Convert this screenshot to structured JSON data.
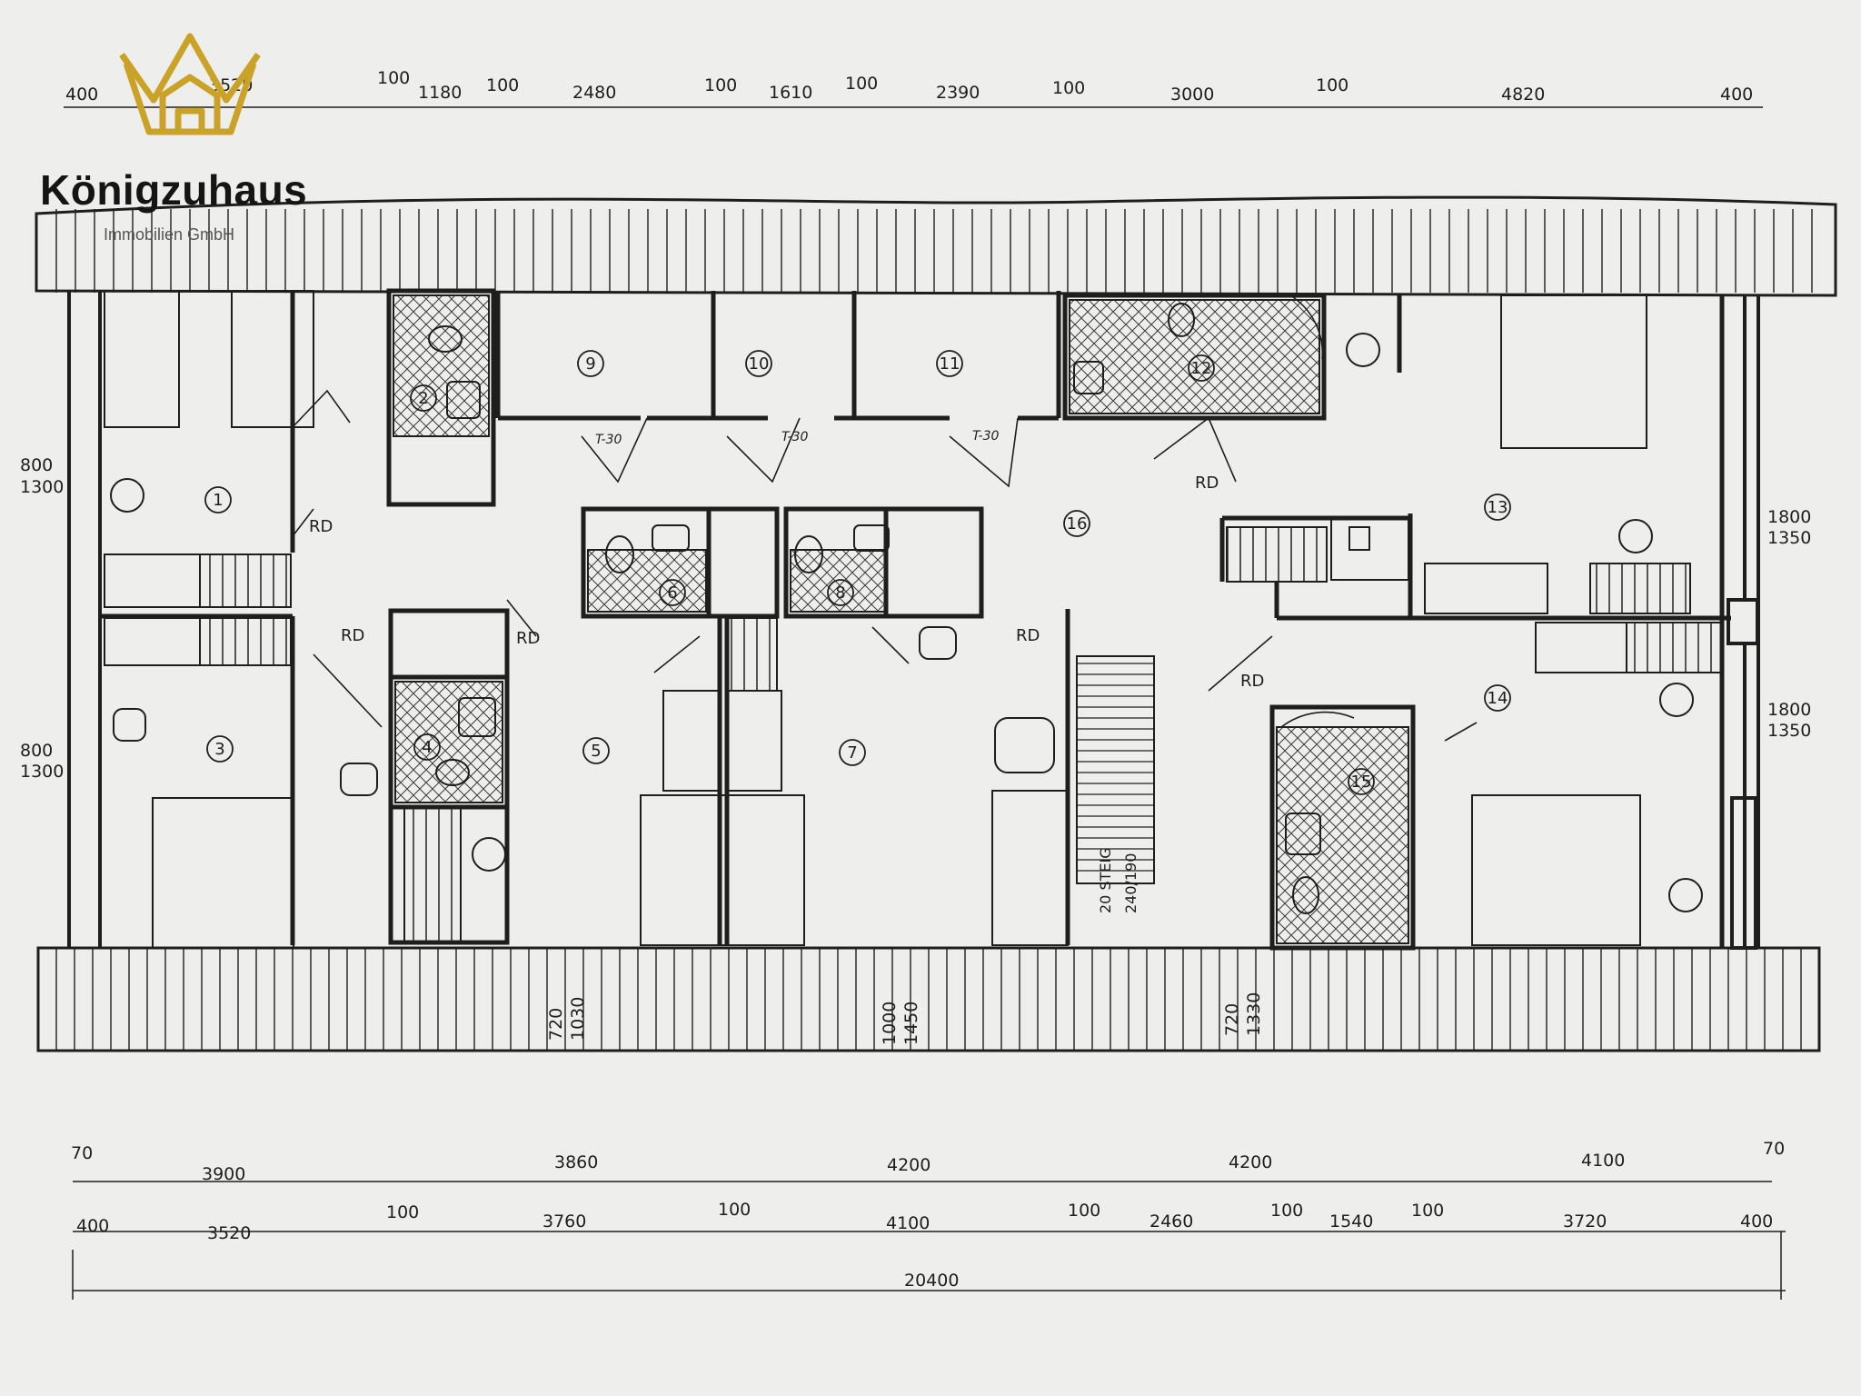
{
  "brand": {
    "name": "Königzuhaus",
    "subtitle": "Immobilien GmbH",
    "accent_color": "#c9a227",
    "icon": "crown-house-icon"
  },
  "top_dimensions": [
    "400",
    "3520",
    "100",
    "1180",
    "100",
    "2480",
    "100",
    "1610",
    "100",
    "2390",
    "100",
    "3000",
    "100",
    "4820",
    "400"
  ],
  "bottom_dimensions": {
    "row1": [
      "70",
      "3900",
      "3860",
      "4200",
      "4200",
      "4100",
      "70"
    ],
    "row2": [
      "400",
      "3520",
      "100",
      "3760",
      "100",
      "4100",
      "100",
      "2460",
      "100",
      "1540",
      "100",
      "3720",
      "400"
    ],
    "total": "20400"
  },
  "window_dimensions": {
    "left_upper": [
      "800",
      "1300"
    ],
    "left_lower": [
      "800",
      "1300"
    ],
    "right_upper": [
      "1800",
      "1350"
    ],
    "right_lower": [
      "1800",
      "1350"
    ],
    "bottom_left": [
      "720",
      "1030"
    ],
    "bottom_center": [
      "1000",
      "1450"
    ],
    "bottom_right": [
      "720",
      "1330"
    ]
  },
  "rooms": [
    "1",
    "2",
    "3",
    "4",
    "5",
    "6",
    "7",
    "8",
    "9",
    "10",
    "11",
    "12",
    "13",
    "14",
    "15",
    "16"
  ],
  "door_labels": {
    "rd": "RD",
    "t30_a": "T-30",
    "t30_b": "T-30",
    "t30_c": "T-30"
  },
  "stairs": {
    "label": "20 STEIG",
    "ratio": "240/190"
  },
  "colors": {
    "line": "#1e1e1e",
    "paper": "#eeefec",
    "hatch": "#3a3a3a"
  }
}
